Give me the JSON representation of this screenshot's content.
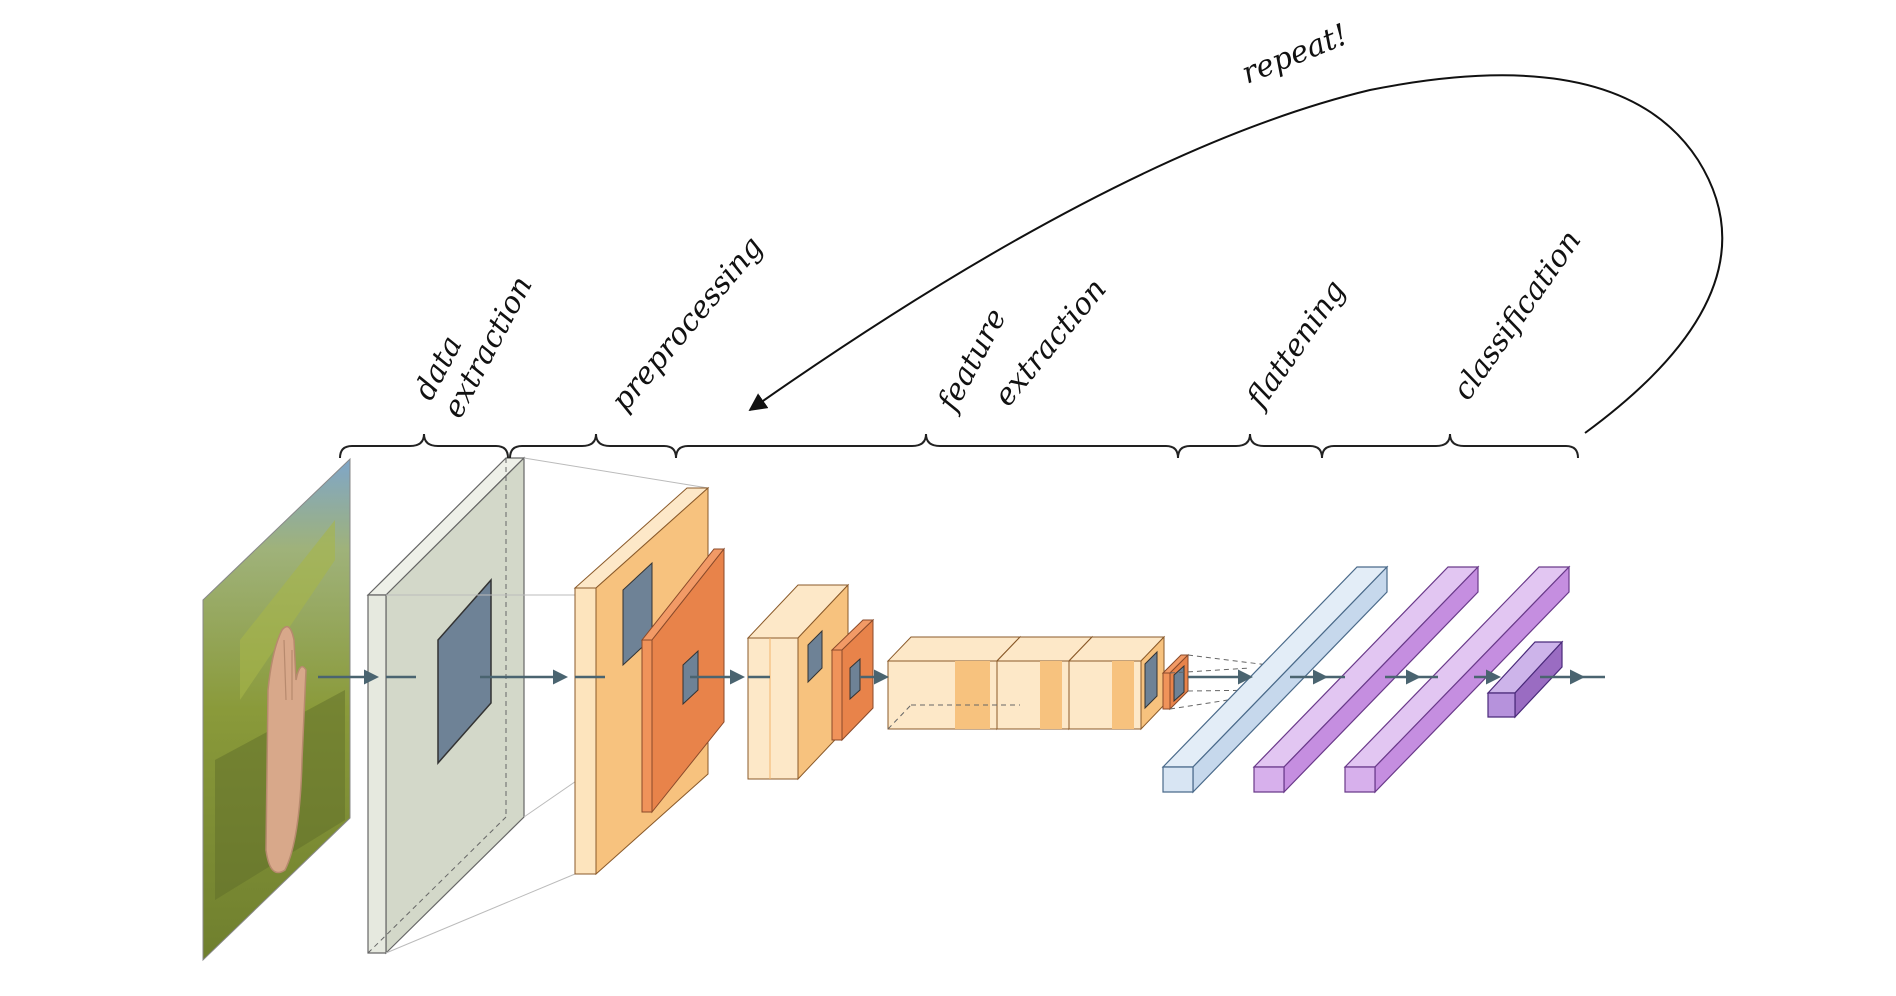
{
  "labels": {
    "data_extraction_1": "data",
    "data_extraction_2": "extraction",
    "preprocessing": "preprocessing",
    "feature_extraction_1": "feature",
    "feature_extraction_2": "extraction",
    "flattening": "flattening",
    "classification": "classification",
    "repeat": "repeat!"
  },
  "colors": {
    "input_sky": "#7fa6c9",
    "input_foliage": "#8a9a3a",
    "hand_skin": "#d8a88a",
    "grey_slab": "#dfe3d8",
    "kernel": "#6e8296",
    "orange_light": "#fde4bd",
    "orange_mid": "#f6c07c",
    "orange_dark": "#e8834a",
    "blue_bar": "#c6d8ec",
    "purple_bar": "#c58ee0",
    "purple_dark": "#9a6cc2",
    "flow_line": "#4a6470"
  }
}
